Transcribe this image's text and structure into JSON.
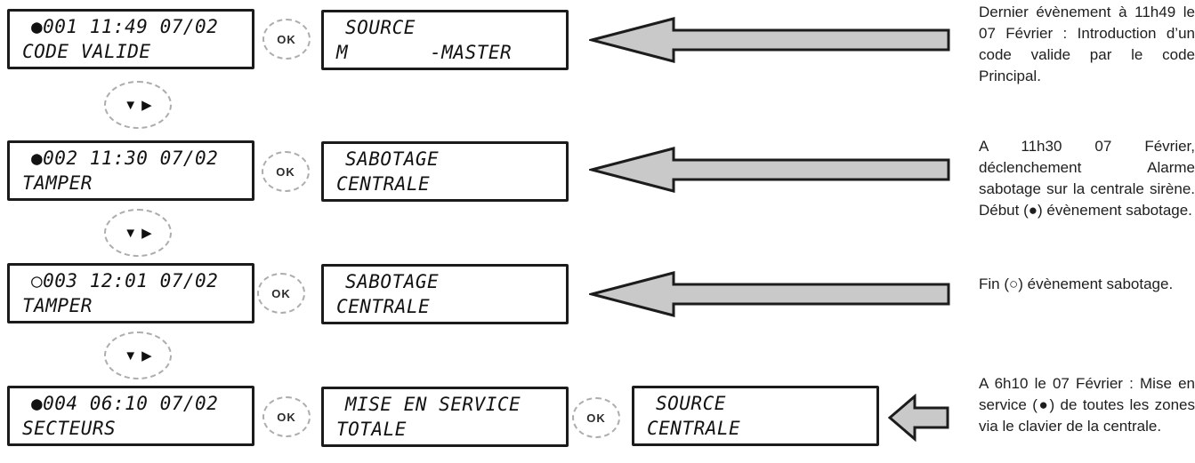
{
  "ok_label": "OK",
  "nav_key": {
    "down": "▼",
    "right": "▶"
  },
  "rows": [
    {
      "event_display": {
        "line1": "●001 11:49 07/02",
        "line2": "CODE VALIDE"
      },
      "detail_display": {
        "line1": "SOURCE",
        "line2": "M       -MASTER"
      },
      "note": "Dernier évènement à 11h49 le 07 Février : Introduction d’un code valide par le code Principal."
    },
    {
      "event_display": {
        "line1": "●002 11:30 07/02",
        "line2": "TAMPER"
      },
      "detail_display": {
        "line1": "SABOTAGE",
        "line2": "CENTRALE"
      },
      "note": "A 11h30 07 Février, déclenchement Alarme sabotage sur la centrale sirène. Début (●) évènement sabotage."
    },
    {
      "event_display": {
        "line1": "○003 12:01 07/02",
        "line2": "TAMPER"
      },
      "detail_display": {
        "line1": "SABOTAGE",
        "line2": "CENTRALE"
      },
      "note": "Fin (○) évènement sabotage."
    },
    {
      "event_display": {
        "line1": "●004 06:10 07/02",
        "line2": "SECTEURS"
      },
      "detail_display": {
        "line1": "MISE EN SERVICE",
        "line2": "TOTALE"
      },
      "source_display": {
        "line1": "SOURCE",
        "line2": "CENTRALE"
      },
      "note": "A 6h10 le 07 Février : Mise en service (●) de toutes les zones via le clavier de la centrale."
    }
  ],
  "colors": {
    "arrow_fill": "#c9c9c9",
    "arrow_stroke": "#1c1c1c",
    "lcd_border": "#1b1b1b"
  }
}
